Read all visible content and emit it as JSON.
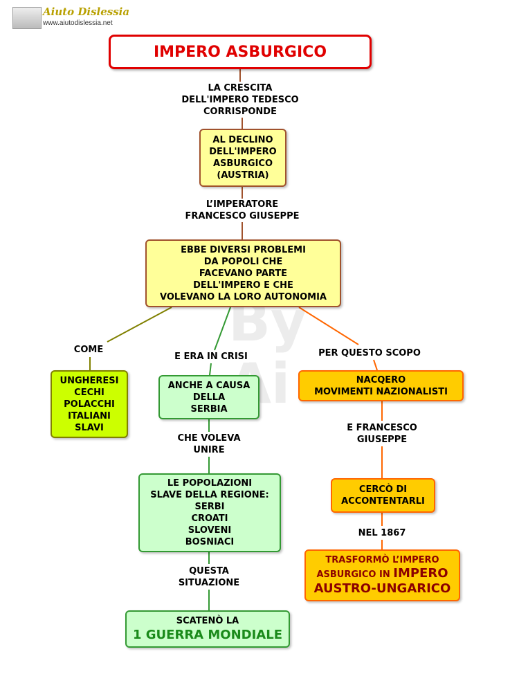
{
  "header": {
    "logo_name": "Aiuto Dislessia",
    "logo_url": "www.aiutodislessia.net"
  },
  "watermark": {
    "line1": "By",
    "line2": "Ai"
  },
  "title": "IMPERO ASBURGICO",
  "labels": {
    "l1": [
      "LA CRESCITA",
      "DELL'IMPERO TEDESCO",
      "CORRISPONDE"
    ],
    "l2": [
      "L’IMPERATORE",
      "FRANCESCO GIUSEPPE"
    ],
    "l3": [
      "COME"
    ],
    "l4": [
      "E ERA IN CRISI"
    ],
    "l5": [
      "PER QUESTO SCOPO"
    ],
    "l6": [
      "CHE VOLEVA",
      "UNIRE"
    ],
    "l7": [
      "QUESTA",
      "SITUAZIONE"
    ],
    "l8": [
      "E FRANCESCO",
      "GIUSEPPE"
    ],
    "l9": [
      "NEL 1867"
    ]
  },
  "nodes": {
    "declino": [
      "AL DECLINO",
      "DELL'IMPERO",
      "ASBURGICO",
      "(AUSTRIA)"
    ],
    "problemi": [
      "EBBE DIVERSI PROBLEMI",
      "DA POPOLI CHE",
      "FACEVANO PARTE",
      "DELL'IMPERO E CHE",
      "VOLEVANO LA LORO AUTONOMIA"
    ],
    "popoli": [
      "UNGHERESI",
      "CECHI",
      "POLACCHI",
      "ITALIANI",
      "SLAVI"
    ],
    "serbia": [
      "ANCHE A CAUSA",
      "DELLA",
      "SERBIA"
    ],
    "movimenti": [
      "NACQERO",
      "MOVIMENTI NAZIONALISTI"
    ],
    "slave": [
      "LE POPOLAZIONI",
      "SLAVE DELLA REGIONE:",
      "SERBI",
      "CROATI",
      "SLOVENI",
      "BOSNIACI"
    ],
    "accontentarli": [
      "CERCÒ DI",
      "ACCONTENTARLI"
    ],
    "guerra_line1": "SCATENÒ LA",
    "guerra_line2": "1 GUERRA MONDIALE",
    "austro_line1": "TRASFORMÒ L’IMPERO",
    "austro_line2a": "ASBURGICO IN ",
    "austro_line2b": "IMPERO",
    "austro_line3": "AUSTRO-UNGARICO"
  },
  "colors": {
    "title_red": "#e00000",
    "yellow_fill": "#ffff99",
    "lime_fill": "#ccff00",
    "green_fill": "#ccffcc",
    "orange_fill": "#ffcc00",
    "war_green": "#1a8a1a",
    "dark_red": "#8b0000"
  }
}
